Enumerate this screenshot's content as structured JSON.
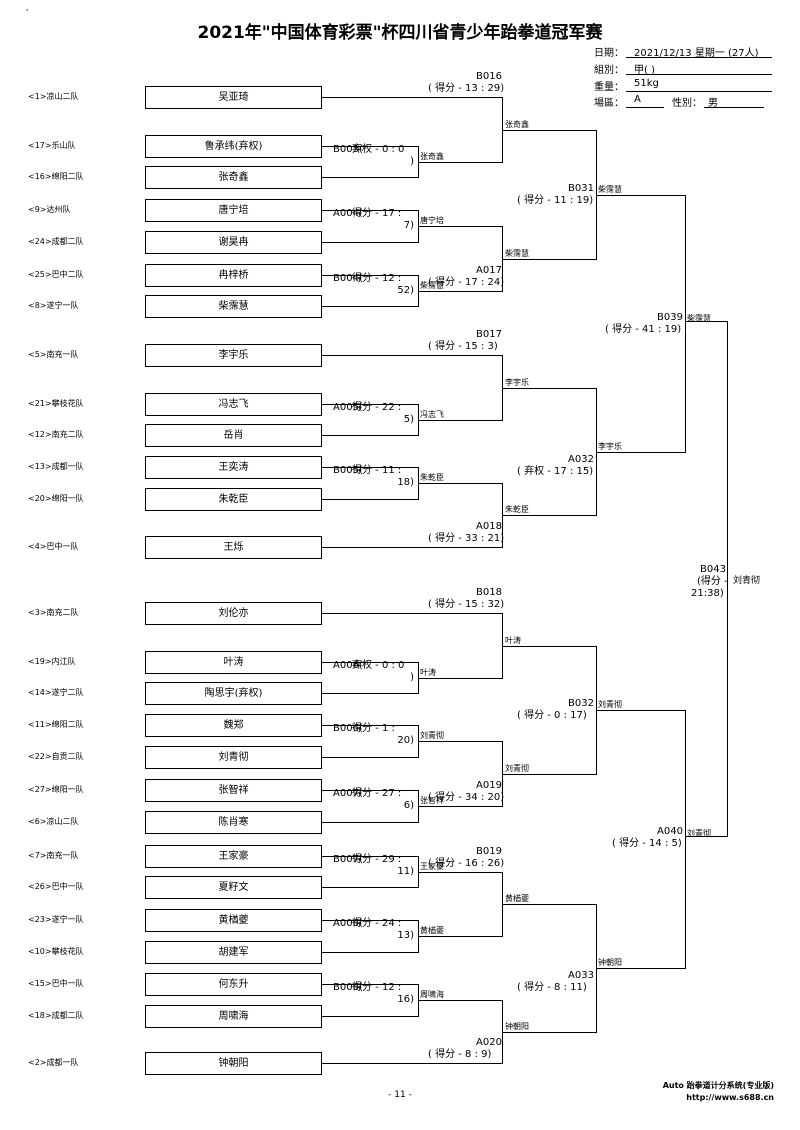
{
  "title": "2021年\"中国体育彩票\"杯四川省青少年跆拳道冠军赛",
  "corner_mark": "'",
  "info": {
    "date_label": "日期：",
    "date": "2021/12/13 星期一 (27人)",
    "group_label": "組別：",
    "group": "甲( )",
    "weight_label": "重量：",
    "weight": "51kg",
    "venue_label": "場區：",
    "venue": "A",
    "sex_label": "性別：",
    "sex": "男"
  },
  "entries": [
    {
      "seed": "<1>凉山二队",
      "name": "吴亚琦"
    },
    {
      "seed": "<17>乐山队",
      "name": "鲁承纬(弃权)"
    },
    {
      "seed": "<16>绵阳二队",
      "name": "张奇鑫"
    },
    {
      "seed": "<9>达州队",
      "name": "唐宁培"
    },
    {
      "seed": "<24>成都二队",
      "name": "谢昊冉"
    },
    {
      "seed": "<25>巴中二队",
      "name": "冉梓桥"
    },
    {
      "seed": "<8>遂宁一队",
      "name": "柴霈慧"
    },
    {
      "seed": "<5>南充一队",
      "name": "李宇乐"
    },
    {
      "seed": "<21>攀枝花队",
      "name": "冯志飞"
    },
    {
      "seed": "<12>南充二队",
      "name": "岳肖"
    },
    {
      "seed": "<13>成都一队",
      "name": "王奕涛"
    },
    {
      "seed": "<20>绵阳一队",
      "name": "朱乾臣"
    },
    {
      "seed": "<4>巴中一队",
      "name": "王烁"
    },
    {
      "seed": "<3>南充二队",
      "name": "刘伦亦"
    },
    {
      "seed": "<19>内江队",
      "name": "叶涛"
    },
    {
      "seed": "<14>遂宁二队",
      "name": "陶思宇(弃权)"
    },
    {
      "seed": "<11>绵阳二队",
      "name": "魏郑"
    },
    {
      "seed": "<22>自贡二队",
      "name": "刘青彻"
    },
    {
      "seed": "<27>绵阳一队",
      "name": "张智祥"
    },
    {
      "seed": "<6>凉山二队",
      "name": "陈肖寒"
    },
    {
      "seed": "<7>南充一队",
      "name": "王家豪"
    },
    {
      "seed": "<26>巴中一队",
      "name": "夏籽文"
    },
    {
      "seed": "<23>遂宁一队",
      "name": "黄楢夔"
    },
    {
      "seed": "<10>攀枝花队",
      "name": "胡建军"
    },
    {
      "seed": "<15>巴中一队",
      "name": "何东升"
    },
    {
      "seed": "<18>成都二队",
      "name": "周啸海"
    },
    {
      "seed": "<2>成都一队",
      "name": "钟朝阳"
    }
  ],
  "matches": [
    {
      "code": "B003(",
      "score": "弃权 - 0 : 0",
      "tail": ")",
      "winner": "张奇鑫"
    },
    {
      "code": "A004(",
      "score": "得分 - 17 :",
      "tail": "7)",
      "winner": "唐宁培"
    },
    {
      "code": "B004(",
      "score": "得分 - 12 :",
      "tail": "52)",
      "winner": "柴霈慧"
    },
    {
      "code": "A005(",
      "score": "得分 - 22 :",
      "tail": "5)",
      "winner": "冯志飞"
    },
    {
      "code": "B005(",
      "score": "得分 - 11 :",
      "tail": "18)",
      "winner": "朱乾臣"
    },
    {
      "code": "A006(",
      "score": "弃权 - 0 : 0",
      "tail": ")",
      "winner": "叶涛"
    },
    {
      "code": "B006(",
      "score": "得分 - 1 :",
      "tail": "20)",
      "winner": "刘青彻"
    },
    {
      "code": "A007(",
      "score": "得分 - 27 :",
      "tail": "6)",
      "winner": "张智祥"
    },
    {
      "code": "B007(",
      "score": "得分 - 29 :",
      "tail": "11)",
      "winner": "王家豪"
    },
    {
      "code": "A008(",
      "score": "得分 - 24 :",
      "tail": "13)",
      "winner": "黄楢夔"
    },
    {
      "code": "B008(",
      "score": "得分 - 12 :",
      "tail": "16)",
      "winner": "周啸海"
    },
    {
      "code": "B016",
      "score": "( 得分 - 13 : 29)",
      "winner": "张奇鑫"
    },
    {
      "code": "A017",
      "score": "( 得分 - 17 : 24)",
      "winner": "柴霈慧"
    },
    {
      "code": "B017",
      "score": "( 得分 - 15 : 3)",
      "winner": "李宇乐"
    },
    {
      "code": "A018",
      "score": "( 得分 - 33 : 21)",
      "winner": "朱乾臣"
    },
    {
      "code": "B018",
      "score": "( 得分 - 15 : 32)",
      "winner": "叶涛"
    },
    {
      "code": "A019",
      "score": "( 得分 - 34 : 20)",
      "winner": "刘青彻"
    },
    {
      "code": "B019",
      "score": "( 得分 - 16 : 26)",
      "winner": "黄楢夔"
    },
    {
      "code": "A020",
      "score": "( 得分 - 8 : 9)",
      "winner": "钟朝阳"
    },
    {
      "code": "B031",
      "score": "( 得分 - 11 : 19)",
      "winner": "柴霈慧"
    },
    {
      "code": "A032",
      "score": "( 弃权 - 17 : 15)",
      "winner": "李宇乐"
    },
    {
      "code": "B032",
      "score": "( 得分 - 0 : 17)",
      "winner": "刘青彻"
    },
    {
      "code": "A033",
      "score": "( 得分 - 8 : 11)",
      "winner": "钟朝阳"
    },
    {
      "code": "B039",
      "score": "( 得分 - 41 : 19)",
      "winner": "柴霈慧"
    },
    {
      "code": "A040",
      "score": "( 得分 - 14 : 5)",
      "winner": "刘青彻"
    },
    {
      "code": "B043",
      "score": "(得分 -",
      "score2": "21:38)",
      "winner": "刘青彻"
    }
  ],
  "page_number": "- 11 -",
  "footer": {
    "software": "Auto 跆拳道计分系统(专业版)",
    "url": "http://www.s688.cn"
  }
}
